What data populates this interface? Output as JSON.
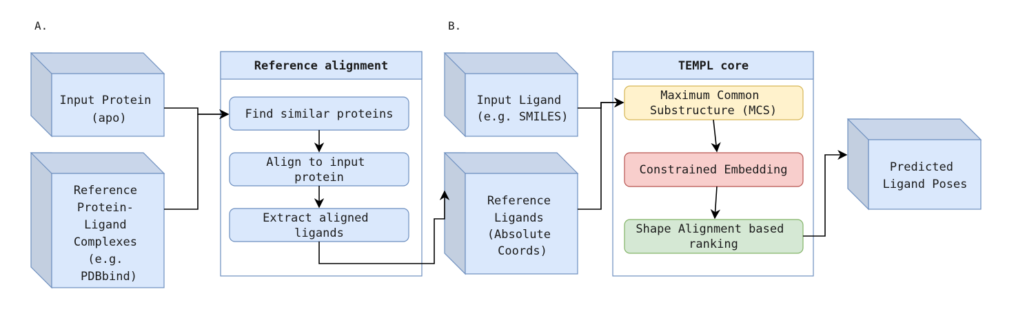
{
  "panels": {
    "a": "A.",
    "b": "B."
  },
  "inputs": {
    "protein": [
      "Input Protein",
      "(apo)"
    ],
    "reference_complexes": [
      "Reference",
      "Protein-",
      "Ligand",
      "Complexes",
      "(e.g.",
      "PDBbind)"
    ],
    "ligand": [
      "Input Ligand",
      "(e.g. SMILES)"
    ],
    "reference_ligands": [
      "Reference",
      "Ligands",
      "(Absolute",
      "Coords)"
    ],
    "predicted": [
      "Predicted",
      "Ligand Poses"
    ]
  },
  "reference_alignment": {
    "title": "Reference alignment",
    "steps": [
      [
        "Find similar proteins"
      ],
      [
        "Align to input",
        "protein"
      ],
      [
        "Extract aligned",
        "ligands"
      ]
    ]
  },
  "templ_core": {
    "title": "TEMPL core",
    "steps": [
      [
        "Maximum Common",
        "Substructure (MCS)"
      ],
      [
        "Constrained Embedding"
      ],
      [
        "Shape Alignment based",
        "ranking"
      ]
    ]
  },
  "colors": {
    "box_fill": "#dae8fc",
    "box_stroke": "#6c8ebf",
    "cube_side": "#c3cfe0",
    "cube_top": "#c9d6ea",
    "mcs_fill": "#fff2cc",
    "mcs_stroke": "#d6b656",
    "embed_fill": "#f8cecc",
    "embed_stroke": "#b85450",
    "rank_fill": "#d5e8d4",
    "rank_stroke": "#82b366",
    "edge": "#000000"
  }
}
